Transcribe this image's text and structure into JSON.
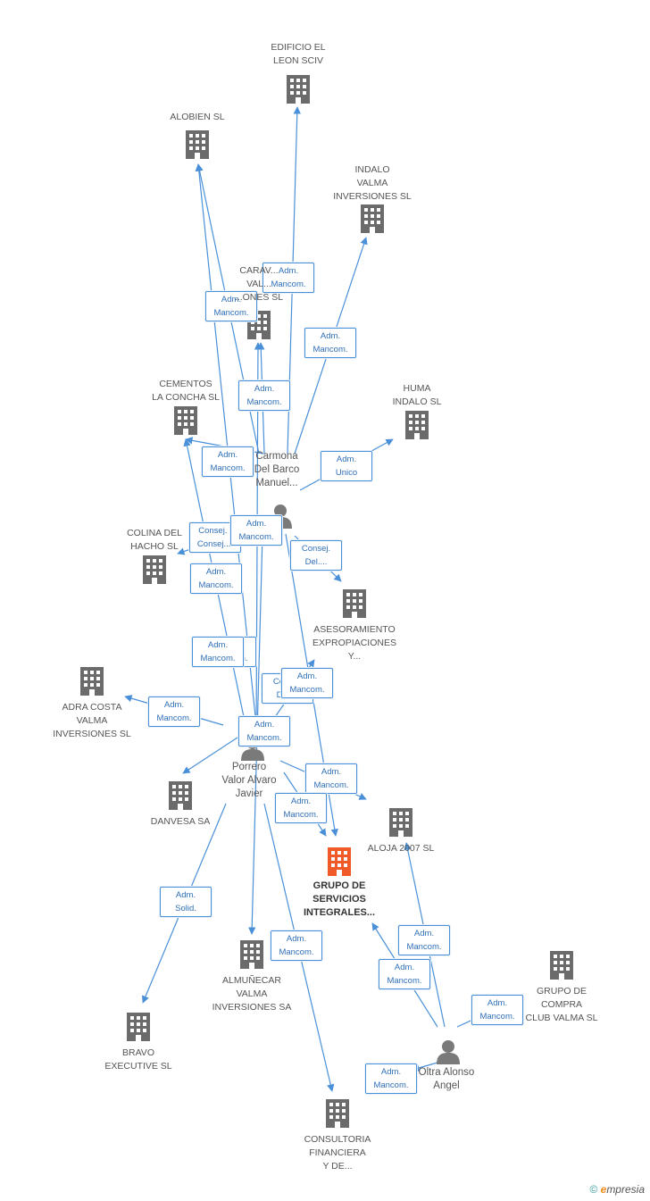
{
  "colors": {
    "edge": "#4a90d9",
    "building": "#6b6b6b",
    "building_main": "#f05a28",
    "person": "#7a7a7a"
  },
  "companies": [
    {
      "id": "edificio",
      "label": "EDIFICIO EL\nLEON SCIV"
    },
    {
      "id": "alobien",
      "label": "ALOBIEN SL"
    },
    {
      "id": "indalo",
      "label": "INDALO\nVALMA\nINVERSIONES SL"
    },
    {
      "id": "caravaca",
      "label": "CARAV...\nVAL...\n...ONES SL"
    },
    {
      "id": "cementos",
      "label": "CEMENTOS\nLA CONCHA SL"
    },
    {
      "id": "huma",
      "label": "HUMA\nINDALO SL"
    },
    {
      "id": "colina",
      "label": "COLINA DEL\nHACHO SL"
    },
    {
      "id": "asesoramiento",
      "label": "ASESORAMIENTO\nEXPROPIACIONES\nY..."
    },
    {
      "id": "adra",
      "label": "ADRA COSTA\nVALMA\nINVERSIONES SL"
    },
    {
      "id": "danvesa",
      "label": "DANVESA SA"
    },
    {
      "id": "aloja",
      "label": "ALOJA 2007 SL"
    },
    {
      "id": "grupo_servicios",
      "label": "GRUPO DE\nSERVICIOS\nINTEGRALES...",
      "main": true
    },
    {
      "id": "almunecar",
      "label": "ALMUÑECAR\nVALMA\nINVERSIONES SA"
    },
    {
      "id": "grupo_compra",
      "label": "GRUPO DE\nCOMPRA\nCLUB VALMA SL"
    },
    {
      "id": "bravo",
      "label": "BRAVO\nEXECUTIVE SL"
    },
    {
      "id": "consultoria",
      "label": "CONSULTORIA\nFINANCIERA\nY DE..."
    }
  ],
  "persons": [
    {
      "id": "carmona",
      "label": "Carmona\nDel Barco\nManuel..."
    },
    {
      "id": "porrero",
      "label": "Porrero\nValor Alvaro\nJavier"
    },
    {
      "id": "oltra",
      "label": "Oltra Alonso\nAngel"
    }
  ],
  "edges": [
    {
      "from": "carmona",
      "to": "edificio",
      "label": "Adm.\nMancom."
    },
    {
      "from": "carmona",
      "to": "alobien",
      "label": "Adm.\nMancom."
    },
    {
      "from": "carmona",
      "to": "indalo",
      "label": "Adm.\nMancom."
    },
    {
      "from": "carmona",
      "to": "caravaca",
      "label": "Adm.\nMancom."
    },
    {
      "from": "carmona",
      "to": "cementos",
      "label": "Adm.\nMancom."
    },
    {
      "from": "carmona",
      "to": "huma",
      "label": "Adm.\nUnico"
    },
    {
      "from": "carmona",
      "to": "colina",
      "label": "Consej. ,\nConsej...."
    },
    {
      "from": "carmona",
      "to": "asesoramiento",
      "label": "Consej.\nDel...."
    },
    {
      "from": "carmona",
      "to": "grupo_servicios",
      "label": "Adm.\nMancom."
    },
    {
      "from": "carmona",
      "to": "almunecar",
      "label": "Adm.\nMancom."
    },
    {
      "from": "porrero",
      "to": "cementos",
      "label": "Adm.\nMancom."
    },
    {
      "from": "porrero",
      "to": "alobien",
      "label": "Adm.\nMancom."
    },
    {
      "from": "porrero",
      "to": "caravaca",
      "label": "Adm.\nMancom."
    },
    {
      "from": "porrero",
      "to": "adra",
      "label": "Adm.\nMancom."
    },
    {
      "from": "porrero",
      "to": "danvesa",
      "label": "Adm.\nMancom."
    },
    {
      "from": "porrero",
      "to": "asesoramiento",
      "label": "Consej.\nDel...."
    },
    {
      "from": "porrero",
      "to": "aloja",
      "label": "Adm.\nMancom."
    },
    {
      "from": "porrero",
      "to": "grupo_servicios",
      "label": "Adm.\nMancom."
    },
    {
      "from": "porrero",
      "to": "bravo",
      "label": "Adm.\nSolid."
    },
    {
      "from": "porrero",
      "to": "consultoria",
      "label": "Adm.\nMancom."
    },
    {
      "from": "oltra",
      "to": "aloja",
      "label": "Adm.\nMancom."
    },
    {
      "from": "oltra",
      "to": "grupo_servicios",
      "label": "Adm.\nMancom."
    },
    {
      "from": "oltra",
      "to": "grupo_compra",
      "label": "Adm.\nMancom."
    },
    {
      "from": "oltra",
      "to": "consultoria",
      "label": "Adm.\nMancom."
    }
  ],
  "footer": {
    "copyright": "©",
    "brand_initial": "e",
    "brand_rest": "mpresia"
  }
}
